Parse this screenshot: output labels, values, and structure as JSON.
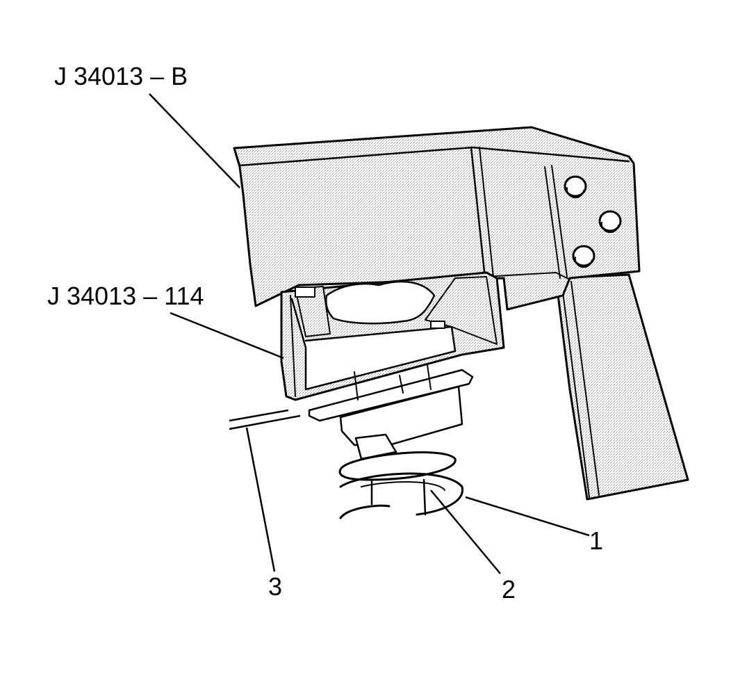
{
  "labels": {
    "tool_main": "J 34013 – B",
    "tool_adapter": "J 34013 – 114",
    "item_1": "1",
    "item_2": "2",
    "item_3": "3"
  },
  "colors": {
    "line": "#000000",
    "stipple": "#9a9a9a",
    "background": "#ffffff"
  }
}
